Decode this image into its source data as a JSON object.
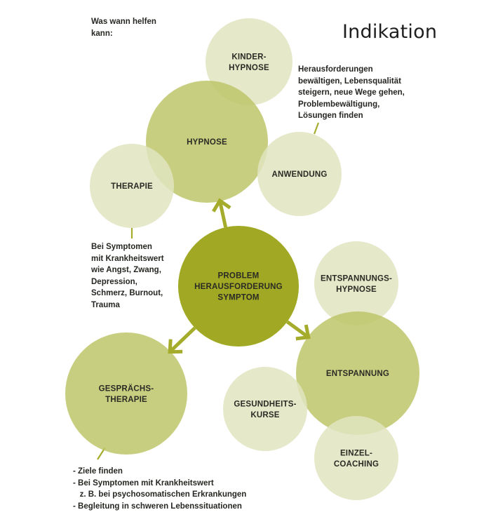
{
  "title": "Indikation",
  "intro": "Was wann helfen\nkann:",
  "colors": {
    "light": "#e0e4bf",
    "mid": "#bec56a",
    "dark": "#a1a823",
    "connector": "#a5ac2b"
  },
  "nodes": [
    {
      "id": "kinderhypnose",
      "lines": [
        "KINDER-",
        "HYPNOSE"
      ],
      "shade": "light"
    },
    {
      "id": "hypnose",
      "lines": [
        "HYPNOSE"
      ],
      "shade": "mid"
    },
    {
      "id": "therapie",
      "lines": [
        "THERAPIE"
      ],
      "shade": "light"
    },
    {
      "id": "anwendung",
      "lines": [
        "ANWENDUNG"
      ],
      "shade": "light"
    },
    {
      "id": "problem",
      "lines": [
        "PROBLEM",
        "HERAUSFORDERUNG",
        "SYMPTOM"
      ],
      "shade": "dark"
    },
    {
      "id": "entspannungshypnose",
      "lines": [
        "ENTSPANNUNGS-",
        "HYPNOSE"
      ],
      "shade": "light"
    },
    {
      "id": "entspannung",
      "lines": [
        "ENTSPANNUNG"
      ],
      "shade": "mid"
    },
    {
      "id": "gesundheitskurse",
      "lines": [
        "GESUNDHEITS-",
        "KURSE"
      ],
      "shade": "light"
    },
    {
      "id": "einzelcoaching",
      "lines": [
        "EINZEL-",
        "COACHING"
      ],
      "shade": "light"
    },
    {
      "id": "gespraechstherapie",
      "lines": [
        "GESPRÄCHS-",
        "THERAPIE"
      ],
      "shade": "mid"
    }
  ],
  "arrows": [
    {
      "from": "problem",
      "to": "hypnose"
    },
    {
      "from": "problem",
      "to": "entspannung"
    },
    {
      "from": "problem",
      "to": "gespraechstherapie"
    }
  ],
  "notes": {
    "anwendung": "Herausforderungen\nbewältigen, Lebensqualität\nsteigern, neue Wege gehen,\nProblembewältigung,\nLösungen finden",
    "therapie": "Bei Symptomen\nmit Krankheitswert\nwie Angst, Zwang,\nDepression,\nSchmerz, Burnout,\nTrauma",
    "gespraechstherapie": "- Ziele finden\n- Bei Symptomen mit Krankheitswert\n   z. B. bei psychosomatischen Erkrankungen\n- Begleitung in schweren Lebenssituationen"
  }
}
